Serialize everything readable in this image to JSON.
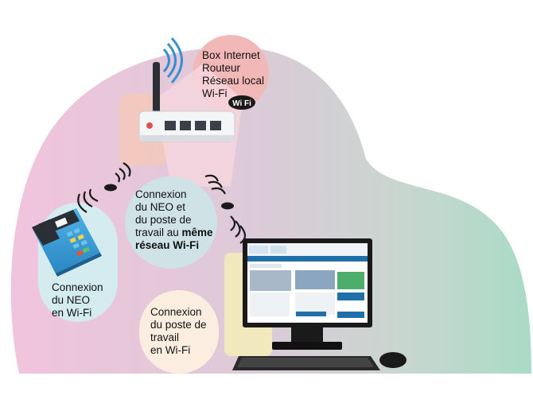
{
  "router_label": {
    "lines": [
      "Box Internet",
      "Routeur",
      "Réseau local",
      "Wi-Fi"
    ]
  },
  "center_label": {
    "line1": "Connexion",
    "line2": "du NEO et",
    "line3": "du poste de",
    "line4_prefix": "travail au ",
    "line4_bold": "même",
    "line5_bold": "réseau Wi-Fi"
  },
  "neo_label": {
    "lines": [
      "Connexion",
      "du NEO",
      "en Wi-Fi"
    ]
  },
  "pc_label": {
    "lines": [
      "Connexion",
      "du poste de",
      "travail",
      "en Wi-Fi"
    ]
  },
  "wifi_badge_text": "Wi Fi",
  "colors": {
    "router_bubble": "#f2b8b8",
    "center_bubble": "#cfe2e6",
    "neo_bubble": "#d4ecf0",
    "pc_bubble": "#fbeee0",
    "device_blue": "#3ea3d8",
    "screen_blue": "#1f6fa8"
  }
}
